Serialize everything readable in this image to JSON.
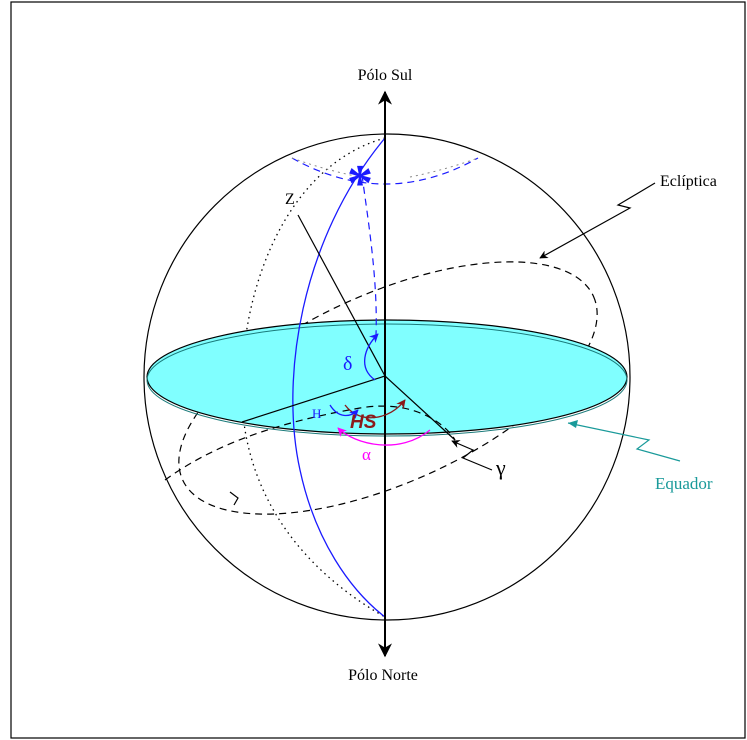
{
  "labels": {
    "south_pole": "Pólo Sul",
    "north_pole": "Pólo Norte",
    "ecliptic": "Eclíptica",
    "equator": "Equador",
    "zenith": "Z",
    "delta": "δ",
    "hour_angle": "H",
    "sidereal_time": "HS",
    "alpha": "α",
    "gamma": "γ",
    "star": "*"
  },
  "colors": {
    "equator_fill": "#80ffff",
    "equator_label": "#1a9a9a",
    "meridian": "#1a1aff",
    "sidereal_time": "#8b1a1a",
    "alpha": "#ff00ff",
    "outline": "#000000"
  }
}
